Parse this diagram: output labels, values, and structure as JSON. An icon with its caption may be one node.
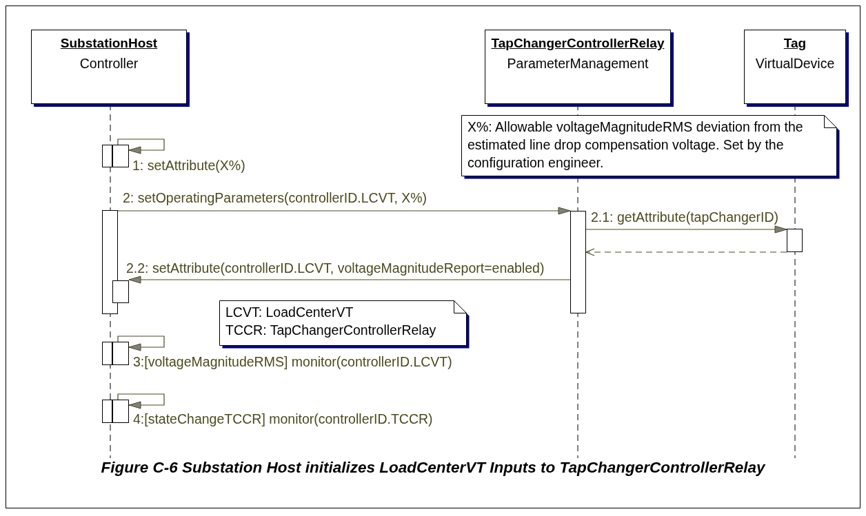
{
  "diagram": {
    "caption": "Figure C-6 Substation Host initializes LoadCenterVT Inputs to TapChangerControllerRelay",
    "nodes": [
      {
        "text": [
          "SubstationHost",
          "Controller"
        ]
      },
      {
        "text": [
          "TapChangerControllerRelay",
          "ParameterManagement"
        ]
      },
      {
        "text": [
          "Tag",
          "VirtualDevice"
        ]
      },
      {
        "text": [
          "X%: Allowable voltageMagnitudeRMS deviation from the estimated line drop compensation voltage. Set by the configuration engineer."
        ]
      },
      {
        "text": [
          "LCVT: LoadCenterVT",
          "TCCR: TapChangerControllerRelay"
        ]
      },
      {
        "text": [],
        "shape": "bar"
      },
      {
        "text": [],
        "shape": "bar"
      },
      {
        "text": [],
        "shape": "bar"
      },
      {
        "text": [],
        "shape": "bar"
      },
      {
        "text": [],
        "shape": "bar"
      },
      {
        "text": [],
        "shape": "bar"
      },
      {
        "text": [],
        "shape": "bar"
      },
      {
        "text": [],
        "shape": "bar"
      },
      {
        "text": [],
        "shape": "bar"
      },
      {
        "text": [],
        "shape": "bar"
      }
    ],
    "edges": [
      {
        "from": 5,
        "to": 6,
        "arrow": "to",
        "label": "1: setAttribute(X%)"
      },
      {
        "from": 7,
        "to": 9,
        "arrow": "to",
        "label": "2: setOperatingParameters(controllerID.LCVT, X%)"
      },
      {
        "from": 9,
        "to": 10,
        "arrow": "to",
        "label": "2.1: getAttribute(tapChangerID)"
      },
      {
        "from": 10,
        "to": 9,
        "arrow": "to",
        "style": "dashed"
      },
      {
        "from": 9,
        "to": 8,
        "arrow": "to",
        "label": "2.2: setAttribute(controllerID.LCVT, voltageMagnitudeReport=enabled)"
      },
      {
        "from": 11,
        "to": 12,
        "arrow": "to",
        "label": "3:[voltageMagnitudeRMS] monitor(controllerID.LCVT)"
      },
      {
        "from": 13,
        "to": 14,
        "arrow": "to",
        "label": "4:[stateChangeTCCR] monitor(controllerID.TCCR)"
      }
    ]
  }
}
